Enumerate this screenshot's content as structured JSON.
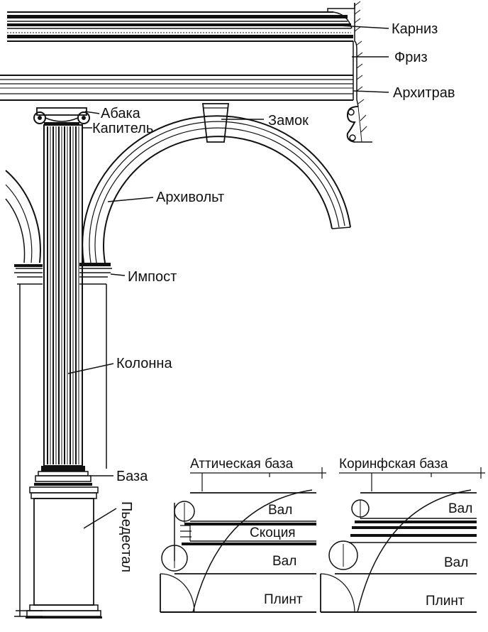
{
  "labels": {
    "karniz": "Карниз",
    "friz": "Фриз",
    "arkhitrav": "Архитрав",
    "abaka": "Абака",
    "kapitel": "Капитель",
    "zamok": "Замок",
    "arkhivolt": "Архивольт",
    "impost": "Импост",
    "kolonna": "Колонна",
    "baza": "База",
    "piedestal": "Пьедестал"
  },
  "details": {
    "attic": {
      "title": "Аттическая база",
      "parts": [
        "Вал",
        "Скоция",
        "Вал",
        "Плинт"
      ]
    },
    "corinthian": {
      "title": "Коринфская база",
      "parts": [
        "Вал",
        "Вал",
        "Плинт"
      ]
    }
  }
}
